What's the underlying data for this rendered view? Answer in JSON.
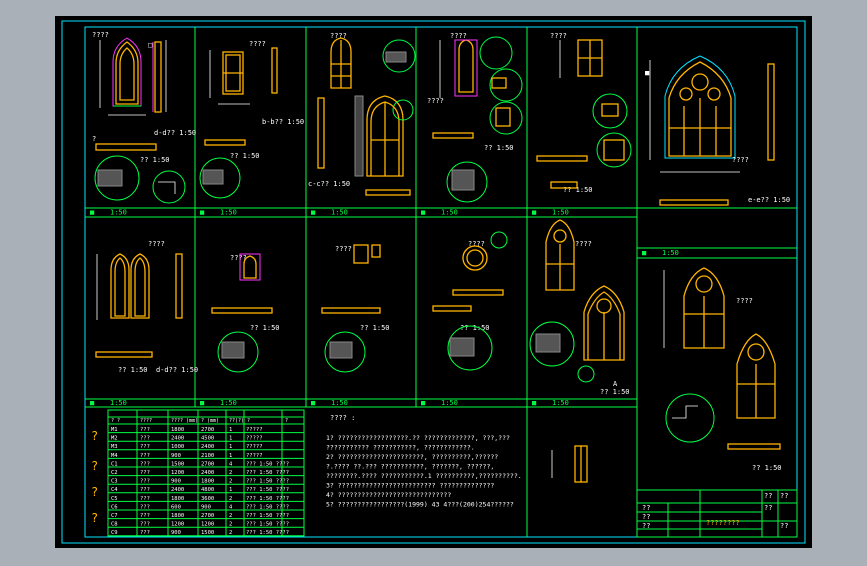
{
  "colors": {
    "background": "#a9b0b8",
    "sheet": "#000000",
    "border": "#00e5ff",
    "frame": "#00ff44",
    "window": "#ffb400",
    "dimension": "#ffffff",
    "accent": "#ff33ff"
  },
  "views": {
    "v1": {
      "caption": "?? 1:50",
      "tag": "d-d?? 1:50",
      "top": "????"
    },
    "v2": {
      "caption": "?? 1:50",
      "tag": "b-b?? 1:50",
      "top": "????"
    },
    "v3": {
      "caption": "c-c?? 1:50",
      "top": "????"
    },
    "v4": {
      "caption": "?? 1:50",
      "top": "????"
    },
    "v5": {
      "caption": "?? 1:50",
      "top": "????"
    },
    "v6": {
      "caption": "e-e?? 1:50",
      "top": "????"
    },
    "v7": {
      "caption": "d-d?? 1:50",
      "sub": "?? 1:50",
      "top": "????"
    },
    "v8": {
      "caption": "?? 1:50",
      "top": "????"
    },
    "v9": {
      "caption": "?? 1:50",
      "top": "????"
    },
    "v10": {
      "caption": "?? 1:50",
      "top": "????"
    },
    "v11": {
      "caption": "?? 1:50",
      "top": "????"
    },
    "v12": {
      "caption": "?? 1:50",
      "top": "????"
    }
  },
  "row_labels": [
    "1:50",
    "1:50",
    "1:50",
    "1:50",
    "1:50",
    "1:50",
    "1:50",
    "1:50",
    "1:50",
    "1:50",
    "1:50"
  ],
  "schedule": {
    "headers": [
      "? ?",
      "????",
      "???? (mm)",
      "? (mm)",
      "??(?)",
      "?",
      "?"
    ],
    "rows": [
      [
        "M1",
        "???",
        "1800",
        "2700",
        "1",
        "?????"
      ],
      [
        "M2",
        "???",
        "2400",
        "4500",
        "1",
        "?????"
      ],
      [
        "M3",
        "???",
        "1000",
        "2400",
        "1",
        "?????"
      ],
      [
        "M4",
        "???",
        "900",
        "2100",
        "1",
        "?????"
      ],
      [
        "C1",
        "???",
        "1500",
        "2700",
        "4",
        "??? 1:50 ????"
      ],
      [
        "C2",
        "???",
        "1200",
        "2400",
        "2",
        "??? 1:50 ????"
      ],
      [
        "C3",
        "???",
        "900",
        "1800",
        "2",
        "??? 1:50 ????"
      ],
      [
        "C4",
        "???",
        "2400",
        "4800",
        "1",
        "??? 1:50 ????"
      ],
      [
        "C5",
        "???",
        "1800",
        "3600",
        "2",
        "??? 1:50 ????"
      ],
      [
        "C6",
        "???",
        "600",
        "900",
        "4",
        "??? 1:50 ????"
      ],
      [
        "C7",
        "???",
        "1800",
        "2700",
        "2",
        "??? 1:50 ????"
      ],
      [
        "C8",
        "???",
        "1200",
        "1200",
        "2",
        "??? 1:50 ????"
      ],
      [
        "C9",
        "???",
        "900",
        "1500",
        "2",
        "??? 1:50 ????"
      ]
    ]
  },
  "notes": {
    "title": "???? :",
    "lines": [
      "1? ??????????????????.??    ?????????????,  ???,???",
      "   ???????????  ???????????,  ????????????.",
      "2? ??????????????????????,  ??????????,??????",
      "   ?.????  ??.??? ???????????,   ???????,  ??????,",
      "   ????????.????  ???????????.1   ??????????,??????????.",
      "3? ?????????????????????????   ??????????????",
      "4? ?????????????????????????????",
      "5? ?????????????????(1999)    43 4???(200)254??????"
    ]
  },
  "title_block": {
    "drawing_name": "????????",
    "cells": [
      "??",
      "??",
      "??",
      "??",
      "??",
      "??",
      "??"
    ]
  }
}
